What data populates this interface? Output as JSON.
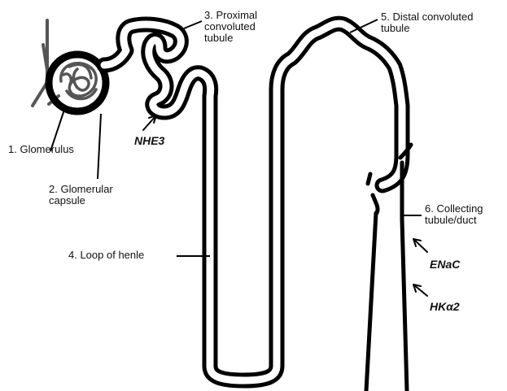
{
  "labels": {
    "glomerulus": "1. Glomerulus",
    "capsule": "2. Glomerular\ncapsule",
    "proximal": "3. Proximal\nconvoluted\ntubule",
    "loop": "4. Loop of henle",
    "distal": "5. Distal convoluted\ntubule",
    "collecting": "6. Collecting\ntubule/duct"
  },
  "molecules": {
    "nhe3": "NHE3",
    "enac": "ENaC",
    "hka2": "HKα2"
  }
}
